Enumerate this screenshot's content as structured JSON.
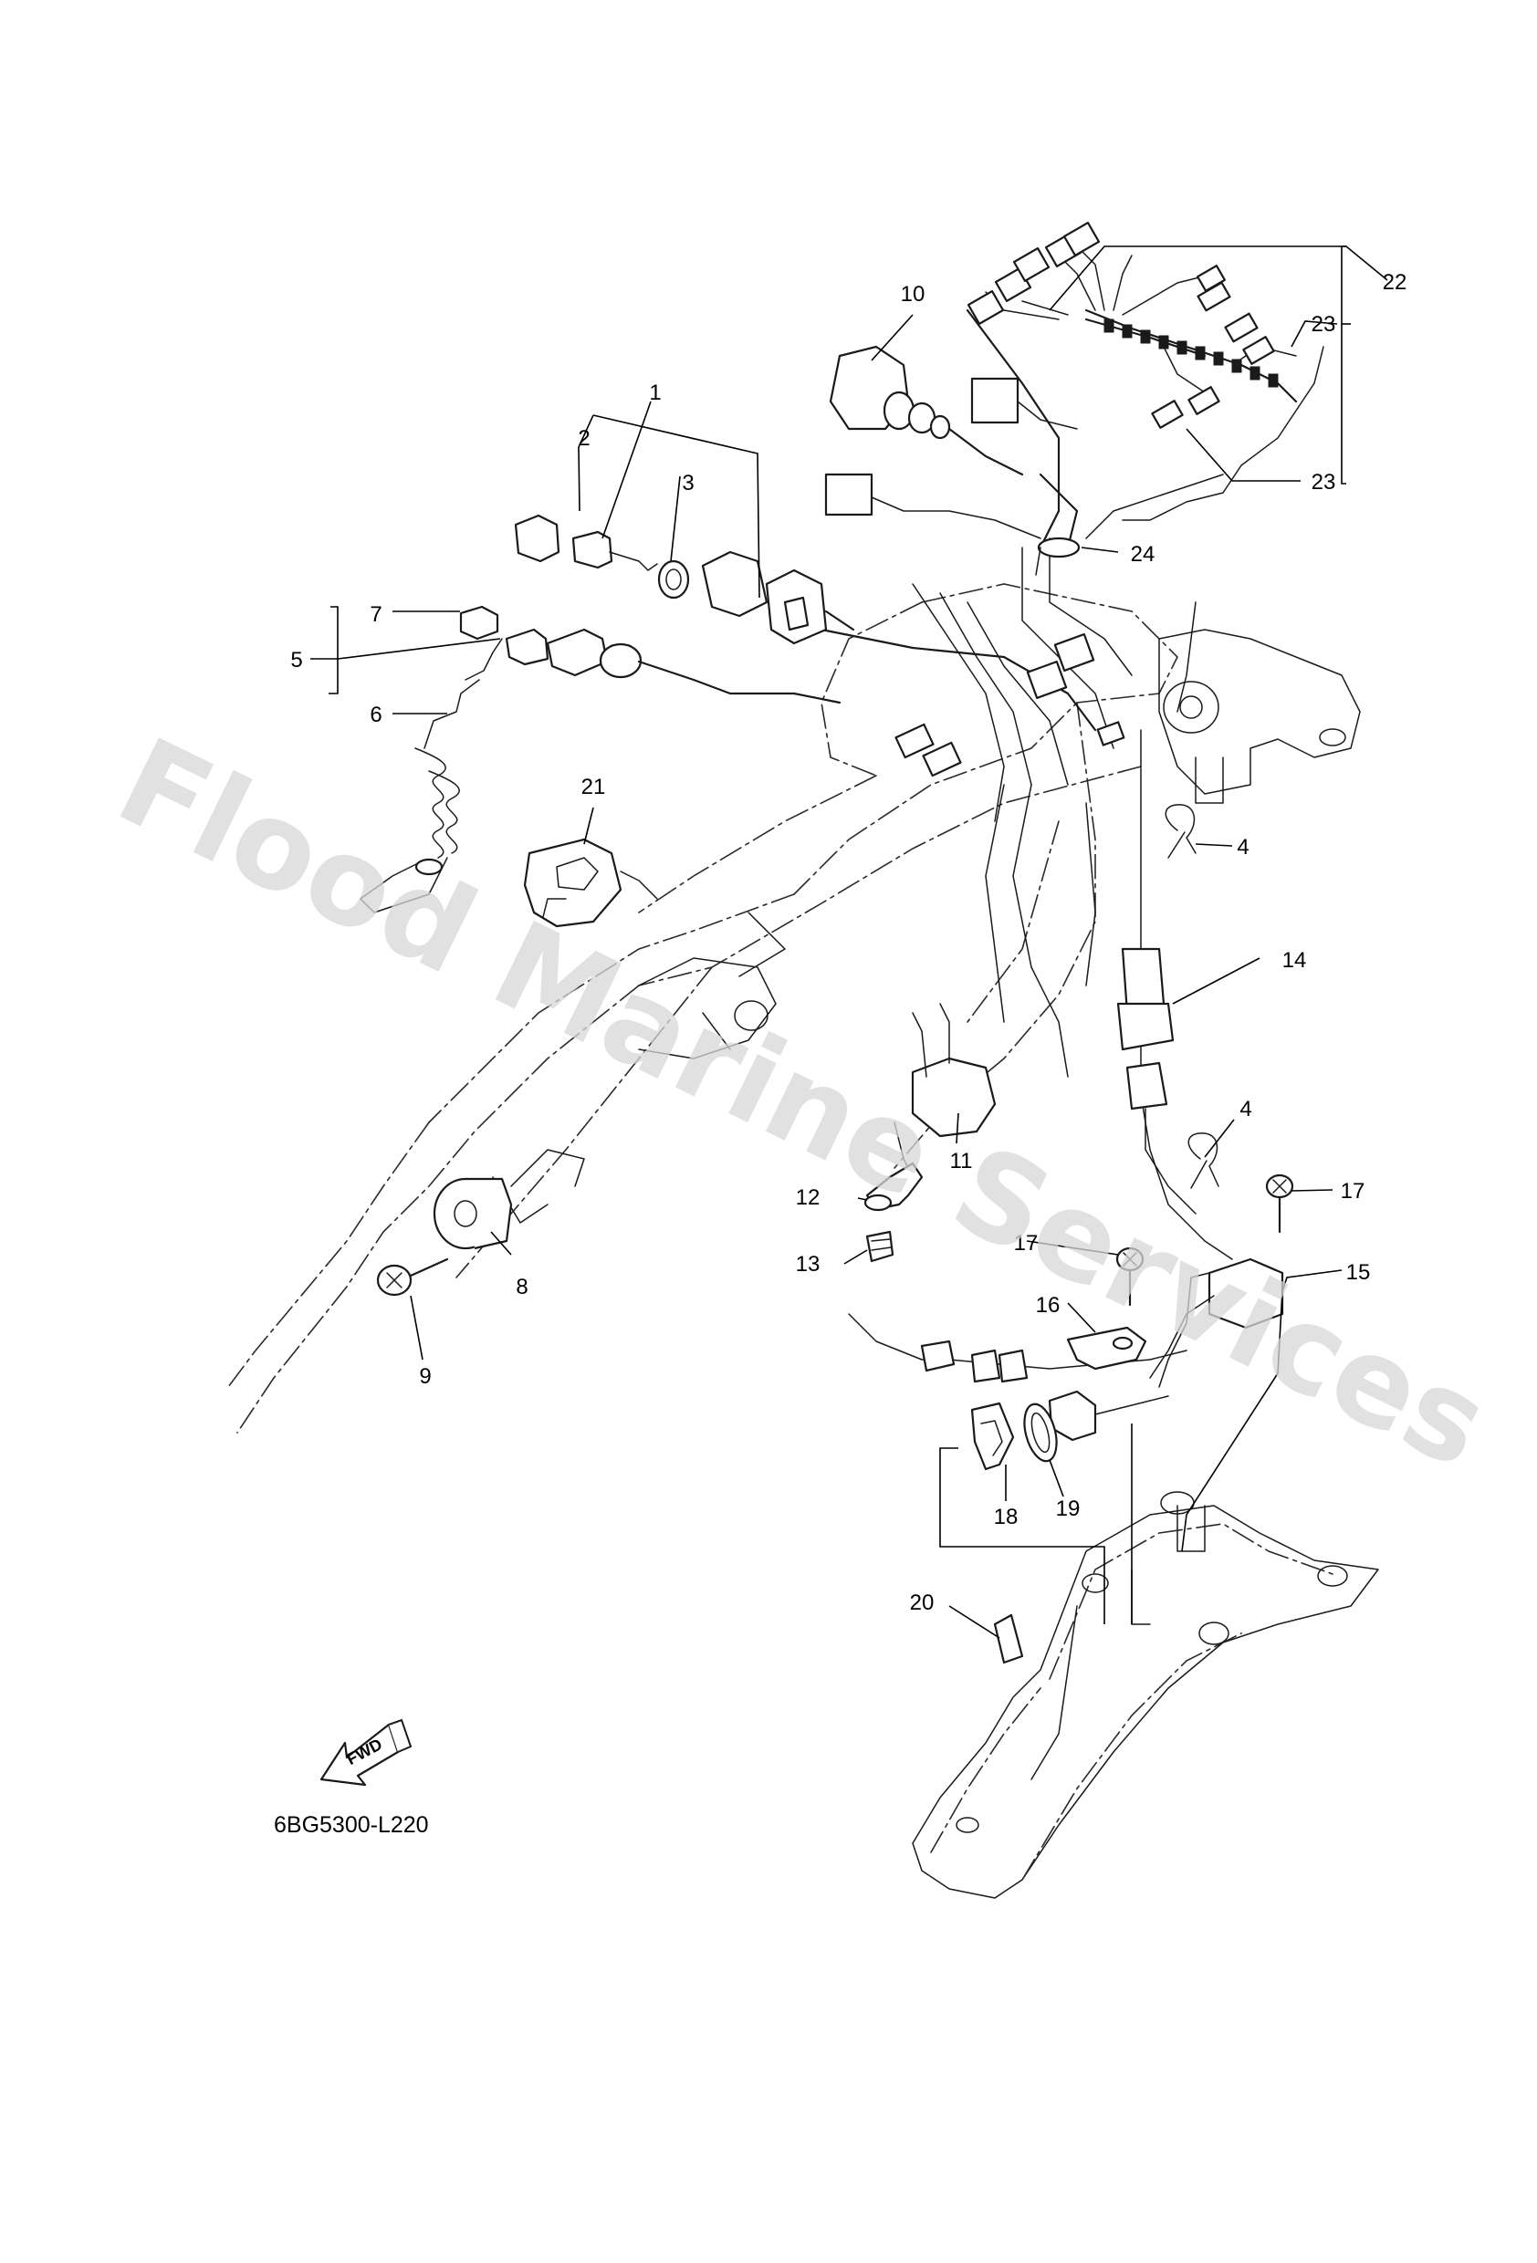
{
  "diagram": {
    "watermark": "Flood Marine Services",
    "drawing_code": "6BG5300-L220",
    "fwd_label": "FWD",
    "callouts": {
      "c1": "1",
      "c2": "2",
      "c3": "3",
      "c4a": "4",
      "c4b": "4",
      "c5": "5",
      "c6": "6",
      "c7": "7",
      "c8": "8",
      "c9": "9",
      "c10": "10",
      "c11": "11",
      "c12": "12",
      "c13": "13",
      "c14": "14",
      "c15": "15",
      "c16": "16",
      "c17a": "17",
      "c17b": "17",
      "c18": "18",
      "c19": "19",
      "c20": "20",
      "c21": "21",
      "c22": "22",
      "c23a": "23",
      "c23b": "23",
      "c24": "24"
    }
  }
}
